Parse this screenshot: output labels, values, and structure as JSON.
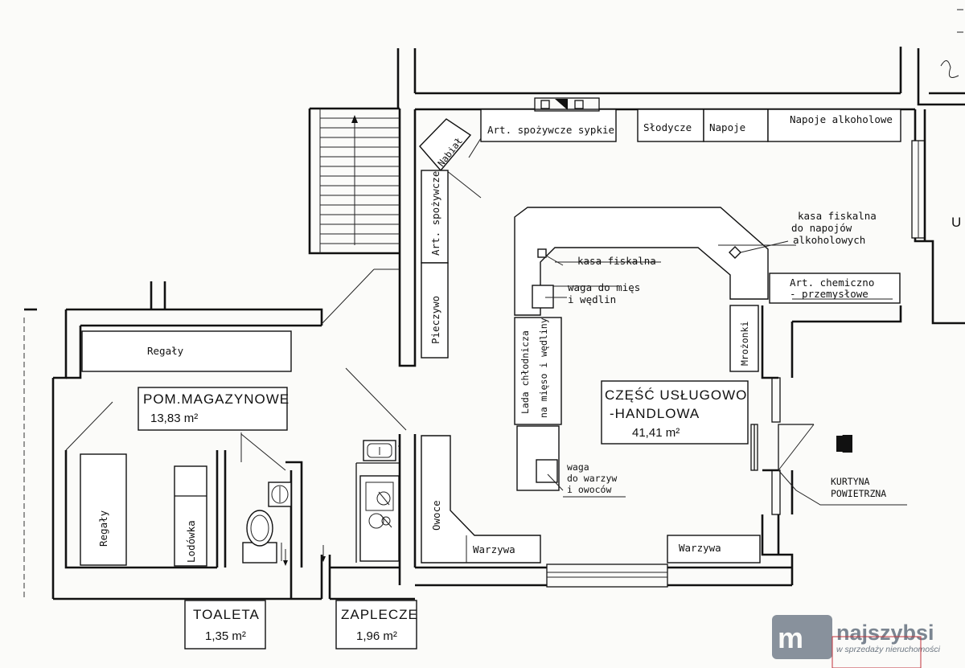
{
  "labels": {
    "art_spozywcze_sypkie": "Art. spożywcze sypkie",
    "slodycze": "Słodycze",
    "napoje": "Napoje",
    "napoje_alkoholowe": "Napoje alkoholowe",
    "nabial": "Nabiał",
    "art_spozywcze": "Art. spożywcze",
    "pieczywo": "Pieczywo",
    "kasa_fiskalna_alk_1": "kasa fiskalna",
    "kasa_fiskalna_alk_2": "do napojów",
    "kasa_fiskalna_alk_3": "alkoholowych",
    "kasa_fiskalna": "kasa fiskalna",
    "waga_mies_1": "waga do mięs",
    "waga_mies_2": "i wędlin",
    "art_chemiczno_1": "Art. chemiczno",
    "art_chemiczno_2": "- przemysłowe",
    "mrozonki": "Mrożonki",
    "lada_1": "Lada chłodnicza",
    "lada_2": "na mięso i wędliny",
    "waga_warzyw_1": "waga",
    "waga_warzyw_2": "do warzyw",
    "waga_warzyw_3": "i owoców",
    "owoce": "Owoce",
    "warzywa_1": "Warzywa",
    "warzywa_2": "Warzywa",
    "kurtyna_1": "KURTYNA",
    "kurtyna_2": "POWIETRZNA",
    "regaly_1": "Regały",
    "regaly_2": "Regały",
    "lodowka": "Lodówka"
  },
  "rooms": {
    "magazyn_name": "POM.MAGAZYNOWE",
    "magazyn_area": "13,83 m²",
    "sales_name_1": "CZĘŚĆ USŁUGOWO",
    "sales_name_2": "-HANDLOWA",
    "sales_area": "41,41 m²",
    "toaleta_name": "TOALETA",
    "toaleta_area": "1,35 m²",
    "zaplecze_name": "ZAPLECZE",
    "zaplecze_area": "1,96 m²"
  },
  "edge": {
    "right_letter": "U"
  },
  "watermark": {
    "brand": "najszybsi",
    "tagline": "w sprzedaży nieruchomości"
  },
  "colors": {
    "line": "#111111",
    "paper": "#fbfbf9",
    "watermark": "#7b8591",
    "stamp": "#c2323b"
  }
}
